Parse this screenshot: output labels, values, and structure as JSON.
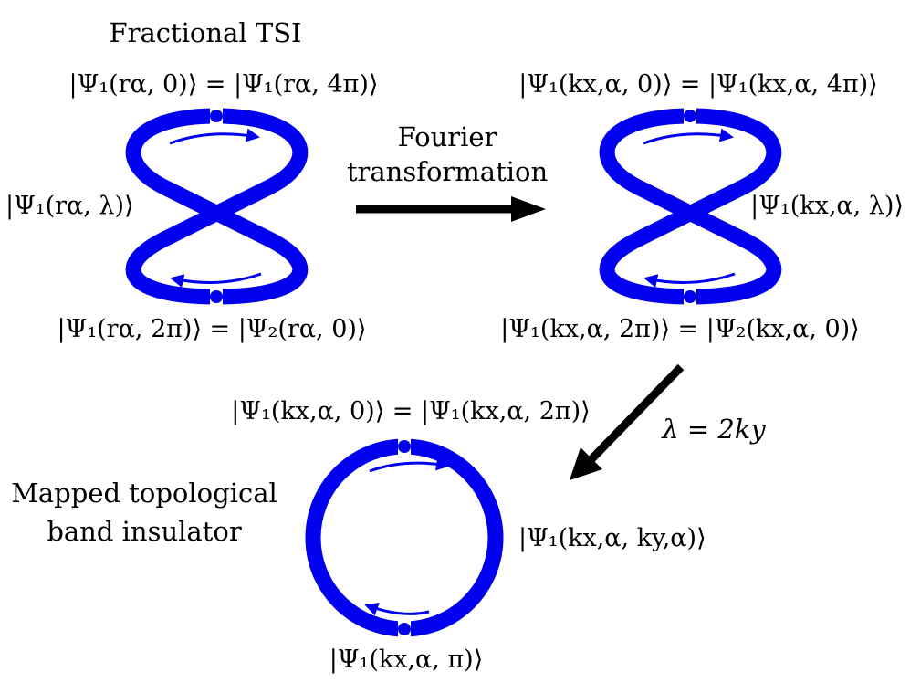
{
  "colors": {
    "loop": "#0000ee",
    "dot": "#0000ee",
    "gap": "#ffffff",
    "arrow": "#000000",
    "text": "#000000"
  },
  "panel_fractional": {
    "title": "Fractional TSI",
    "state_top": "|Ψ₁(rα, 0)⟩ = |Ψ₁(rα, 4π)⟩",
    "state_left": "|Ψ₁(rα, λ)⟩",
    "state_bottom": "|Ψ₁(rα, 2π)⟩ = |Ψ₂(rα, 0)⟩"
  },
  "transform_arrow": {
    "label_line1": "Fourier",
    "label_line2": "transformation"
  },
  "panel_momentum": {
    "state_top": "|Ψ₁(kx,α, 0)⟩ = |Ψ₁(kx,α, 4π)⟩",
    "state_right": "|Ψ₁(kx,α, λ)⟩",
    "state_bottom": "|Ψ₁(kx,α, 2π)⟩ = |Ψ₂(kx,α, 0)⟩"
  },
  "mapping_arrow": {
    "label": "λ = 2ky"
  },
  "panel_mapped": {
    "title_line1": "Mapped topological",
    "title_line2": "band insulator",
    "state_top": "|Ψ₁(kx,α, 0)⟩ = |Ψ₁(kx,α, 2π)⟩",
    "state_right": "|Ψ₁(kx,α, ky,α)⟩",
    "state_bottom": "|Ψ₁(kx,α, π)⟩"
  }
}
